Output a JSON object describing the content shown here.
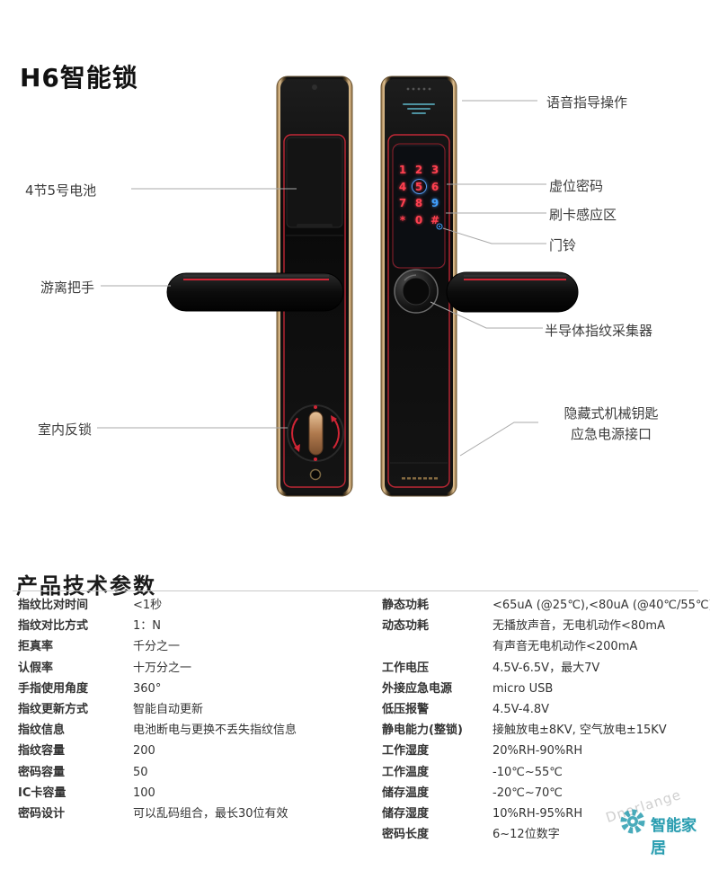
{
  "page": {
    "title": "H6智能锁",
    "section_title": "产品技术参数"
  },
  "callouts": {
    "battery": "4节5号电池",
    "handle": "游离把手",
    "indoor_lock": "室内反锁",
    "voice": "语音指导操作",
    "virtual_password": "虚位密码",
    "card_area": "刷卡感应区",
    "doorbell": "门铃",
    "fingerprint": "半导体指纹采集器",
    "hidden_key_line1": "隐藏式机械钥匙",
    "hidden_key_line2": "应急电源接口"
  },
  "keypad": {
    "rows": [
      [
        "1",
        "2",
        "3"
      ],
      [
        "4",
        "5",
        "6"
      ],
      [
        "7",
        "8",
        "9"
      ],
      [
        "*",
        "0",
        "#"
      ]
    ]
  },
  "specs": {
    "left": [
      {
        "label": "指纹比对时间",
        "value": "<1秒"
      },
      {
        "label": "指纹对比方式",
        "value": "1：N"
      },
      {
        "label": "拒真率",
        "value": "千分之一"
      },
      {
        "label": "认假率",
        "value": "十万分之一"
      },
      {
        "label": "手指使用角度",
        "value": "360°"
      },
      {
        "label": "指纹更新方式",
        "value": "智能自动更新"
      },
      {
        "label": "指纹信息",
        "value": "电池断电与更换不丢失指纹信息"
      },
      {
        "label": "指纹容量",
        "value": "200"
      },
      {
        "label": "密码容量",
        "value": "50"
      },
      {
        "label": "IC卡容量",
        "value": "100"
      },
      {
        "label": "密码设计",
        "value": "可以乱码组合，最长30位有效"
      }
    ],
    "right": [
      {
        "label": "静态功耗",
        "value": "<65uA (@25℃),<80uA (@40℃/55℃)"
      },
      {
        "label": "动态功耗",
        "value": "无播放声音，无电机动作<80mA"
      },
      {
        "label": "",
        "value": "有声音无电机动作<200mA"
      },
      {
        "label": "工作电压",
        "value": "4.5V-6.5V，最大7V"
      },
      {
        "label": "外接应急电源",
        "value": "micro USB"
      },
      {
        "label": "低压报警",
        "value": "4.5V-4.8V"
      },
      {
        "label": "静电能力(整锁)",
        "value": "接触放电±8KV, 空气放电±15KV"
      },
      {
        "label": "工作湿度",
        "value": "20%RH-90%RH"
      },
      {
        "label": "工作温度",
        "value": "-10℃~55℃"
      },
      {
        "label": "储存温度",
        "value": "-20℃~70℃"
      },
      {
        "label": "储存湿度",
        "value": "10%RH-95%RH"
      },
      {
        "label": "密码长度",
        "value": "6~12位数字"
      }
    ]
  },
  "watermark": {
    "brand": "Dnerlange",
    "text": "智能家居"
  }
}
